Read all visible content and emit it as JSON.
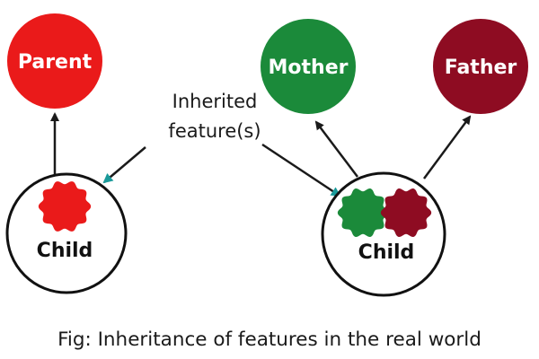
{
  "nodes": {
    "parent": {
      "label": "Parent",
      "color": "#ea1a1a"
    },
    "mother": {
      "label": "Mother",
      "color": "#1b8a3a"
    },
    "father": {
      "label": "Father",
      "color": "#8e0c22"
    },
    "child_left": {
      "label": "Child",
      "feature_colors": [
        "#ea1a1a"
      ]
    },
    "child_right": {
      "label": "Child",
      "feature_colors": [
        "#1b8a3a",
        "#8e0c22"
      ]
    }
  },
  "annotation": {
    "line1": "Inherited",
    "line2": "feature(s)",
    "arrow_color": "#1a9a9a"
  },
  "caption": "Fig: Inheritance of features in the real world",
  "colors": {
    "edge": "#1a1a1a",
    "child_outline": "#111111"
  }
}
